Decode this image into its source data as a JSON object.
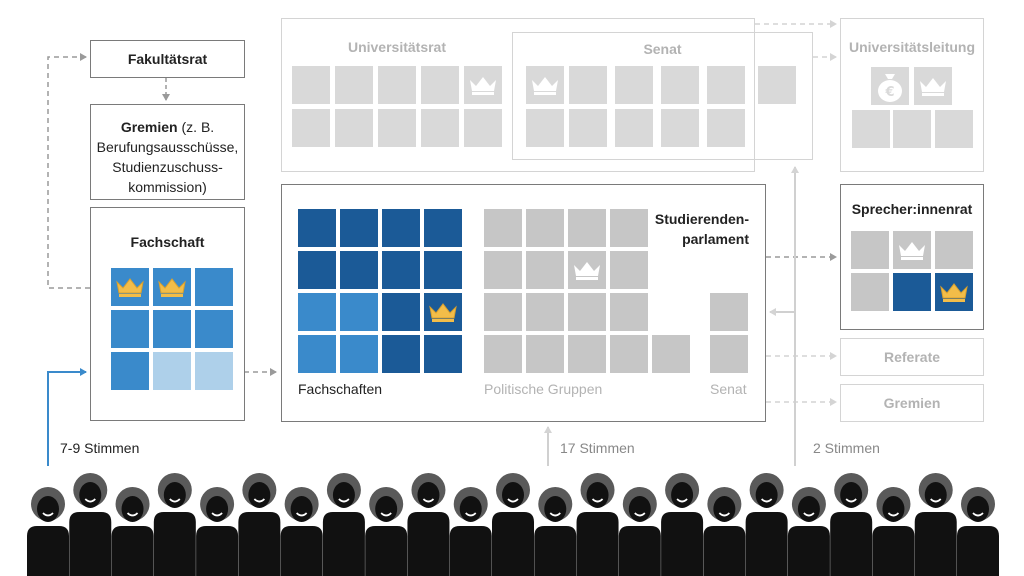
{
  "nodes": {
    "fakultaetsrat": "Fakultätsrat",
    "gremien_bold": "Gremien",
    "gremien_line1": "(z. B.",
    "gremien_line2": "Berufungsausschüsse,",
    "gremien_line3": "Studienzuschuss-",
    "gremien_line4": "kommission)",
    "fachschaft": "Fachschaft",
    "universitaetsrat": "Universitätsrat",
    "senat": "Senat",
    "universitaetsleitung": "Universitätsleitung",
    "stupa_line1": "Studierenden-",
    "stupa_line2": "parlament",
    "sprecherinnenrat": "Sprecher:innenrat",
    "referate": "Referate",
    "gremien_right": "Gremien"
  },
  "stupa_labels": {
    "fachschaften": "Fachschaften",
    "politische_gruppen": "Politische Gruppen",
    "senat": "Senat"
  },
  "votes": {
    "fachschaft": "7-9 Stimmen",
    "stupa": "17 Stimmen",
    "senat": "2 Stimmen"
  },
  "icons": {
    "crown": "crown-icon",
    "money_bag": "money-bag-icon",
    "euro_sign": "€",
    "person": "person-icon"
  },
  "colors": {
    "seat_dark_blue": "#1b5a97",
    "seat_mid_blue": "#3a8acb",
    "seat_light_blue": "#aed0ea",
    "seat_gray": "#c6c6c6",
    "seat_light_gray": "#d9d9d9",
    "crown_gold": "#f2bd49",
    "arrow_active_blue": "#3a8acb"
  },
  "students_count": 23
}
